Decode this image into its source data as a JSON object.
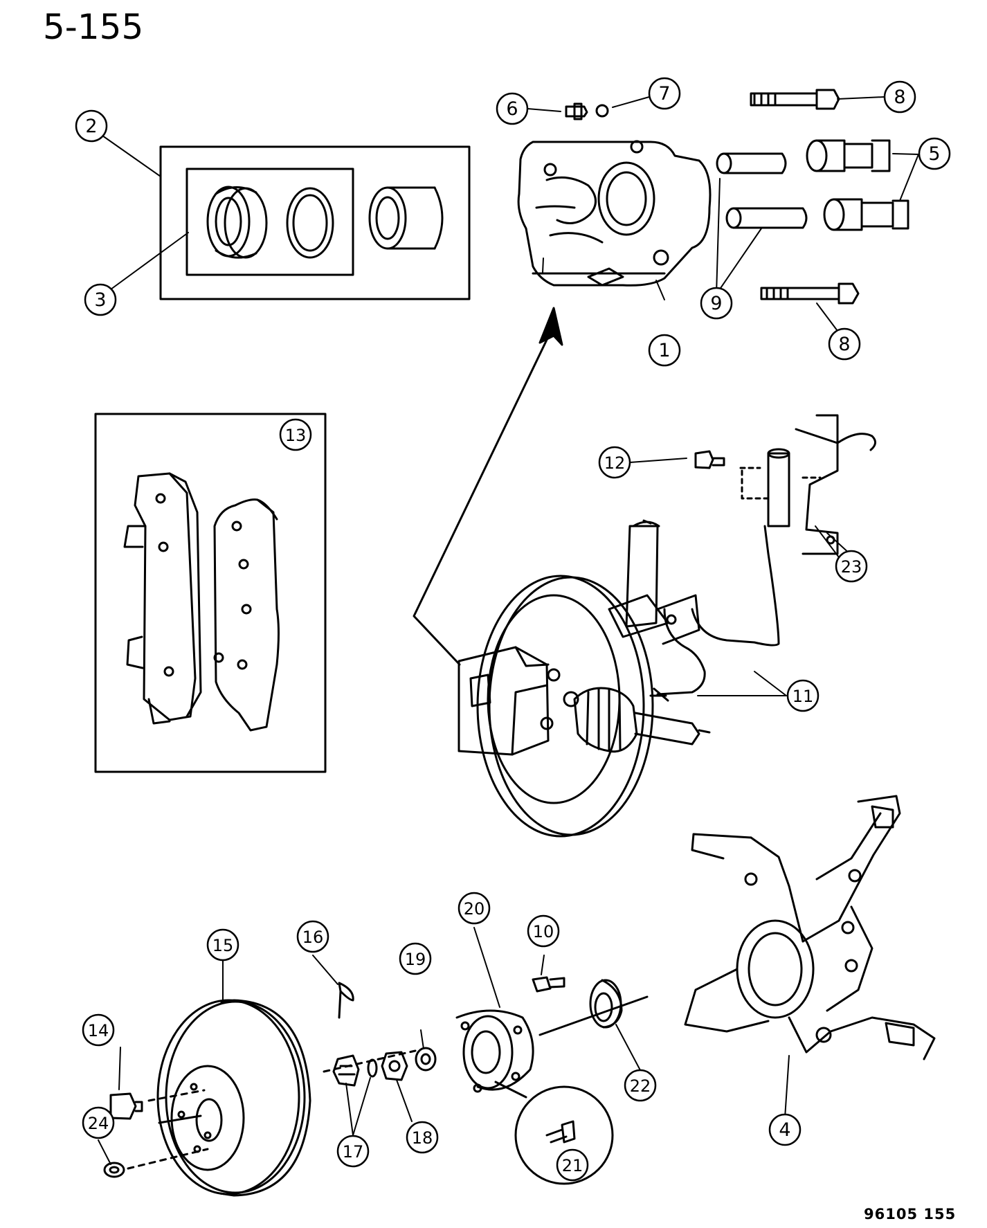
{
  "page_number": "5-155",
  "figure_code": "96105  155",
  "callouts": [
    "1",
    "2",
    "3",
    "4",
    "5",
    "6",
    "7",
    "8",
    "9",
    "10",
    "11",
    "12",
    "13",
    "14",
    "15",
    "16",
    "17",
    "18",
    "19",
    "20",
    "21",
    "22",
    "23",
    "24"
  ]
}
